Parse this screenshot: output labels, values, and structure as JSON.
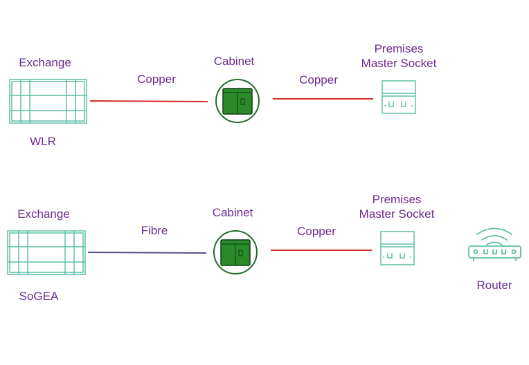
{
  "colors": {
    "label_purple": "#6a2c91",
    "copper_red": "#d42a2a",
    "fibre_purple": "#5a4a8a",
    "equipment_teal": "#5bbfa5",
    "cabinet_green": "#1f6b2a",
    "cabinet_fill": "#2a8a2a"
  },
  "icons": {
    "exchange": "exchange-building-icon",
    "cabinet": "street-cabinet-icon",
    "socket": "master-socket-icon",
    "router": "wifi-router-icon"
  },
  "wlr_row": {
    "exchange_label": "Exchange",
    "service_label": "WLR",
    "link1_label": "Copper",
    "cabinet_label": "Cabinet",
    "link2_label": "Copper",
    "premises_label_line1": "Premises",
    "premises_label_line2": "Master Socket"
  },
  "sogea_row": {
    "exchange_label": "Exchange",
    "service_label": "SoGEA",
    "link1_label": "Fibre",
    "cabinet_label": "Cabinet",
    "link2_label": "Copper",
    "premises_label_line1": "Premises",
    "premises_label_line2": "Master Socket",
    "router_label": "Router"
  }
}
